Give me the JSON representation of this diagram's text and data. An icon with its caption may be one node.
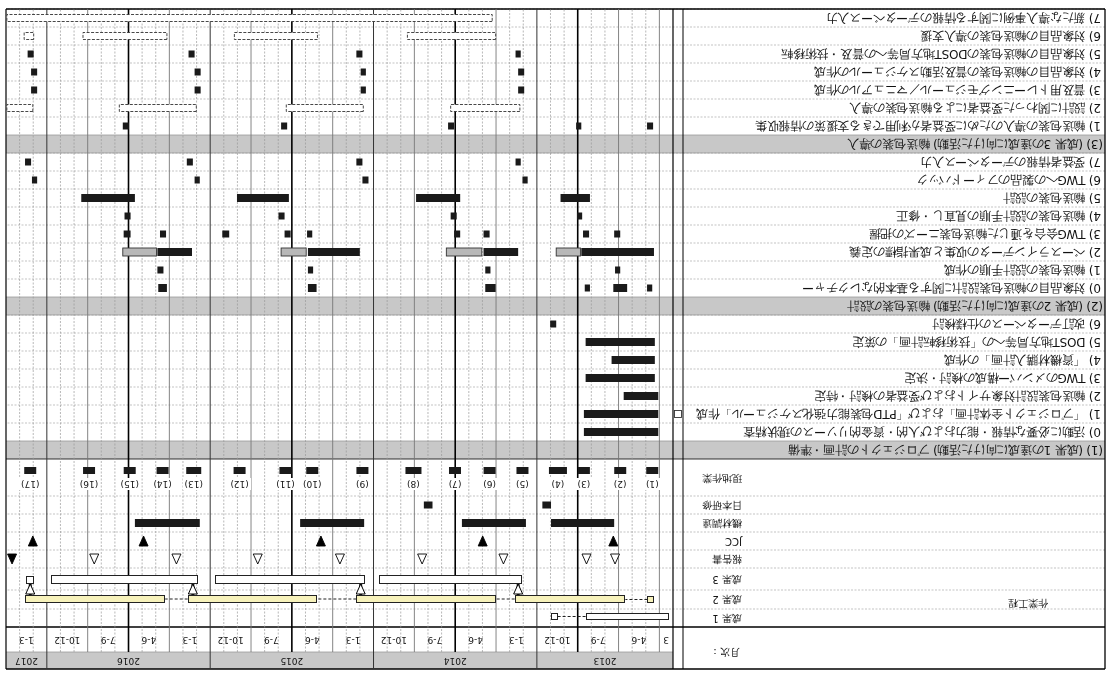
{
  "diagram": {
    "nodes": [
      {
        "text": [],
        "shape": "bar"
      },
      {
        "text": [],
        "shape": "box"
      },
      {
        "text": [],
        "shape": "box"
      },
      {
        "text": [],
        "shape": "bar"
      },
      {
        "text": [],
        "shape": "bar"
      },
      {
        "text": [],
        "shape": "bar"
      },
      {
        "text": [],
        "shape": "bar"
      },
      {
        "text": [],
        "shape": "bar"
      },
      {
        "text": [],
        "shape": "bar"
      },
      {
        "text": [],
        "shape": "bar"
      },
      {
        "text": [],
        "shape": "box"
      }
    ],
    "edges": [
      {
        "from": 0,
        "to": 1,
        "arrow": "none",
        "style": "dashed"
      },
      {
        "from": 2,
        "to": 3,
        "arrow": "none",
        "style": "dashed"
      },
      {
        "from": 3,
        "to": 4,
        "arrow": "none",
        "style": "dashed"
      },
      {
        "from": 4,
        "to": 5,
        "arrow": "none",
        "style": "dashed"
      },
      {
        "from": 5,
        "to": 6,
        "arrow": "none",
        "style": "dashed"
      },
      {
        "from": 3,
        "to": 7,
        "arrow": "to",
        "style": "thick"
      },
      {
        "from": 4,
        "to": 8,
        "arrow": "to",
        "style": "thick"
      },
      {
        "from": 5,
        "to": 9,
        "arrow": "to",
        "style": "thick"
      },
      {
        "from": 6,
        "to": 10,
        "arrow": "to",
        "style": "thick"
      }
    ],
    "labels": [
      "月次：",
      "2013",
      "2014",
      "2015",
      "2016",
      "2017",
      "3",
      "4-6",
      "7-9",
      "10-12",
      "1-3",
      "4-6",
      "7-9",
      "10-12",
      "1-3",
      "4-6",
      "7-9",
      "10-12",
      "1-3",
      "4-6",
      "7-9",
      "10-12",
      "1-3",
      "作業工程",
      "成果 1",
      "成果 2",
      "成果 3",
      "報告書",
      "JCC",
      "機材調達",
      "日本研修",
      "現地作業",
      "(1)",
      "(2)",
      "(3)",
      "(4)",
      "(5)",
      "(6)",
      "(7)",
      "(8)",
      "(9)",
      "(10)",
      "(11)",
      "(12)",
      "(13)",
      "(14)",
      "(15)",
      "(16)",
      "(17)",
      "(1) (成果 1の達成に向けた活動) プロジェクトの計画・準備",
      "0) 活動に必要な情報・能力および人的・資金的リソースの現状精査",
      "1) 「プロジェクト全体計画」および「PTD包装能力強化スケジュール」作成",
      "2) 輸送包装設計対象サイトおよび受益者の検討・特定",
      "3) TWGのメンバー構成の検討・決定",
      "4) 「資機材購入計画」の作成",
      "5) DOST地方局等への「技術移転計画」の策定",
      "6) 改訂データベースの仕様検討",
      "(2) (成果 2の達成に向けた活動) 輸送包装の設計",
      "0) 対象品目の輸送包装設計に関する基本的なレクチャー",
      "1) 輸送包装の設計手順の作成",
      "2) ベースラインデータの収集と成果指標の定義",
      "3) TWG会合を通じた輸送包装ニーズの把握",
      "4) 輸送包装の設計手順の見直し・修正",
      "5) 輸送包装の設計",
      "6) TWGへの製品のフィードバック",
      "7) 受益者情報のデータベース入力",
      "(3) (成果 3の達成に向けた活動) 輸送包装の導入",
      "1) 輸送包装の導入のために受益者が利用できる支援策の情報収集",
      "2) 設計に関わった受益者による輸送包装の導入",
      "3) 普及用トレーニングモジュール／マニュアルの作成",
      "4) 対象品目の輸送包装の普及活動スケジュールの作成",
      "5) 対象品目の輸送包装のDOST地方局等への普及・技術移転",
      "6) 対象品目の輸送包装の導入支援",
      "7) 新たな導入事例に関する情報のデータベース入力"
    ]
  }
}
